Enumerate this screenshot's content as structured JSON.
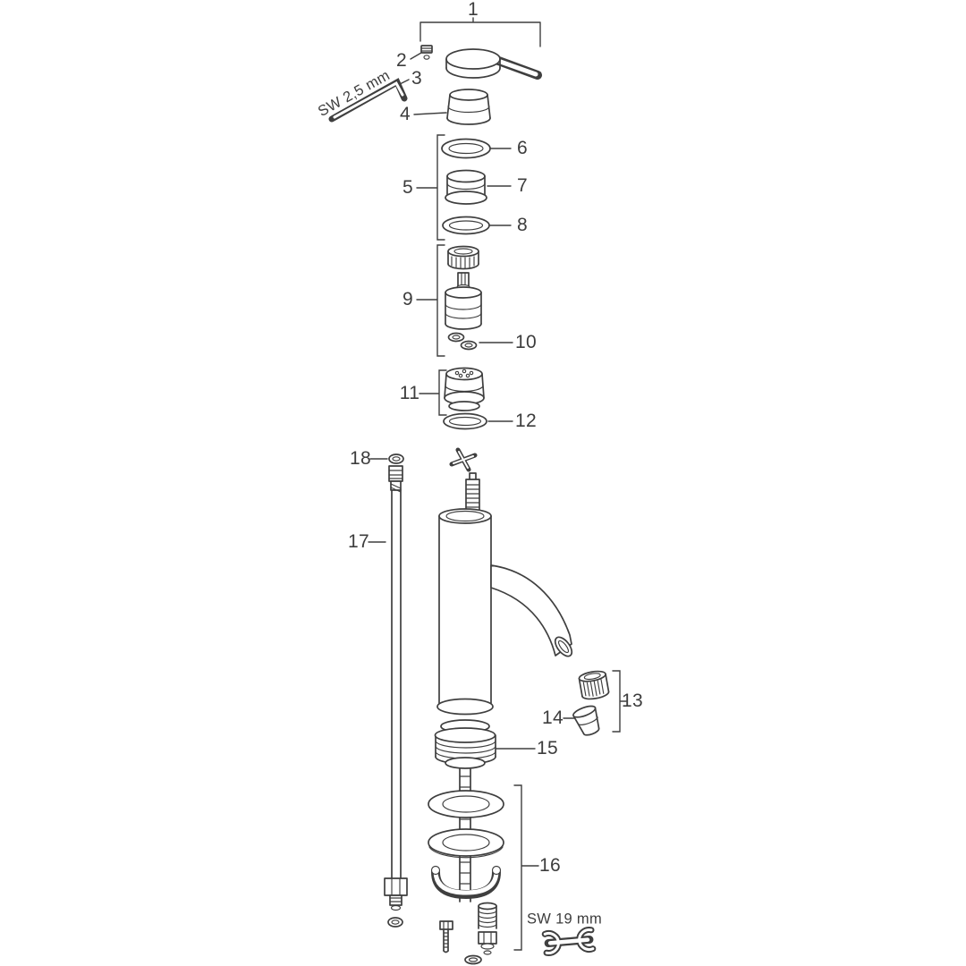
{
  "page": {
    "background_color": "#ffffff",
    "line_color": "#3f3f3f",
    "label_color": "#3d3d3d"
  },
  "diagram": {
    "type": "exploded-parts-diagram",
    "callouts": [
      {
        "n": "1"
      },
      {
        "n": "2"
      },
      {
        "n": "3"
      },
      {
        "n": "4"
      },
      {
        "n": "5"
      },
      {
        "n": "6"
      },
      {
        "n": "7"
      },
      {
        "n": "8"
      },
      {
        "n": "9"
      },
      {
        "n": "10"
      },
      {
        "n": "11"
      },
      {
        "n": "12"
      },
      {
        "n": "13"
      },
      {
        "n": "14"
      },
      {
        "n": "15"
      },
      {
        "n": "16"
      },
      {
        "n": "17"
      },
      {
        "n": "18"
      }
    ],
    "annotations": {
      "hex_key_size": "SW 2,5 mm",
      "wrench_size": "SW 19 mm"
    }
  }
}
